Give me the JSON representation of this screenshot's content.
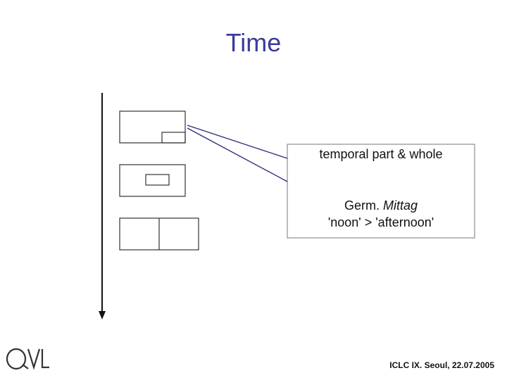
{
  "slide": {
    "title": "Time"
  },
  "callout": {
    "line1": "temporal part & whole",
    "line2_prefix": "Germ. ",
    "line2_italic": "Mittag",
    "line3": "'noon' > 'afternoon'"
  },
  "footer": {
    "text": "ICLC IX. Seoul, 22.07.2005"
  },
  "logo": {
    "text": "QVL"
  },
  "colors": {
    "title": "#3b3b9a",
    "connector": "#2a2a7a",
    "box_border": "#333333"
  }
}
